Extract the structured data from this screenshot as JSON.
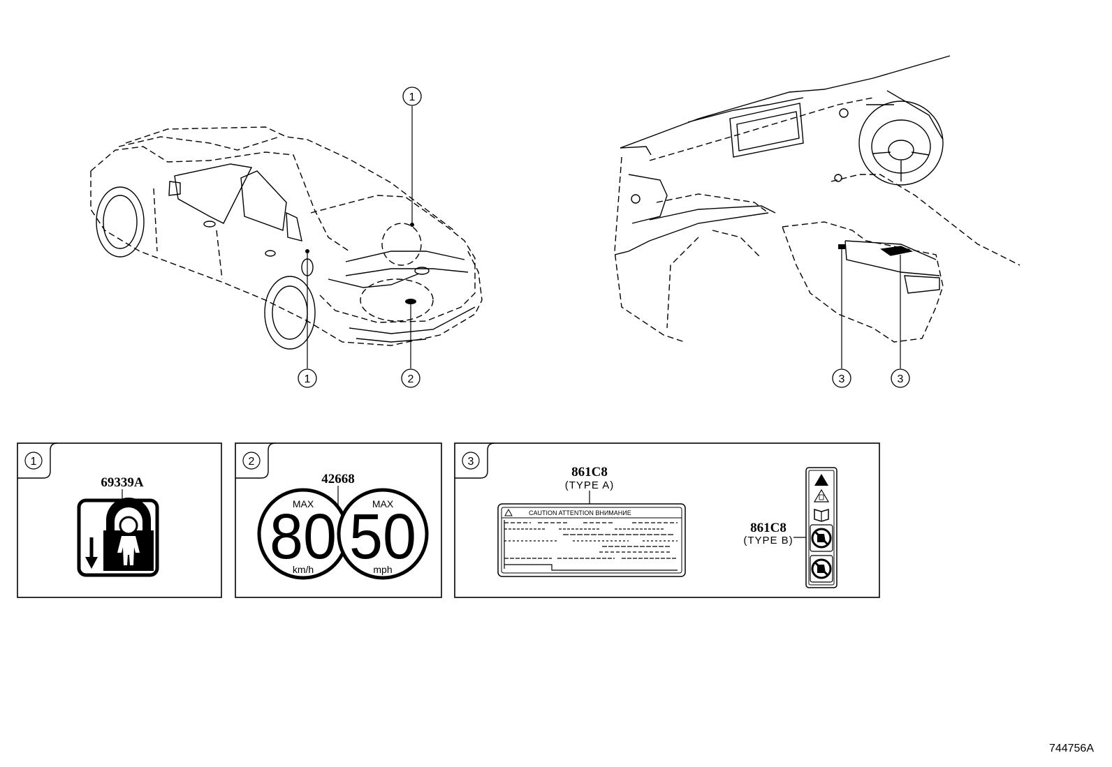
{
  "callouts": {
    "c1": "1",
    "c2": "2",
    "c3": "3"
  },
  "labels": {
    "panel1": {
      "index": "1",
      "part_number": "69339A"
    },
    "panel2": {
      "index": "2",
      "part_number": "42668",
      "left": {
        "max": "MAX",
        "value": "80",
        "unit": "km/h"
      },
      "right": {
        "max": "MAX",
        "value": "50",
        "unit": "mph"
      }
    },
    "panel3": {
      "index": "3",
      "type_a": {
        "part_number": "861C8",
        "type": "(TYPE A)",
        "caution": "CAUTION  ATTENTION  ВНИМАНИЕ"
      },
      "type_b": {
        "part_number": "861C8",
        "type": "(TYPE B)"
      }
    }
  },
  "footer_code": "744756A"
}
